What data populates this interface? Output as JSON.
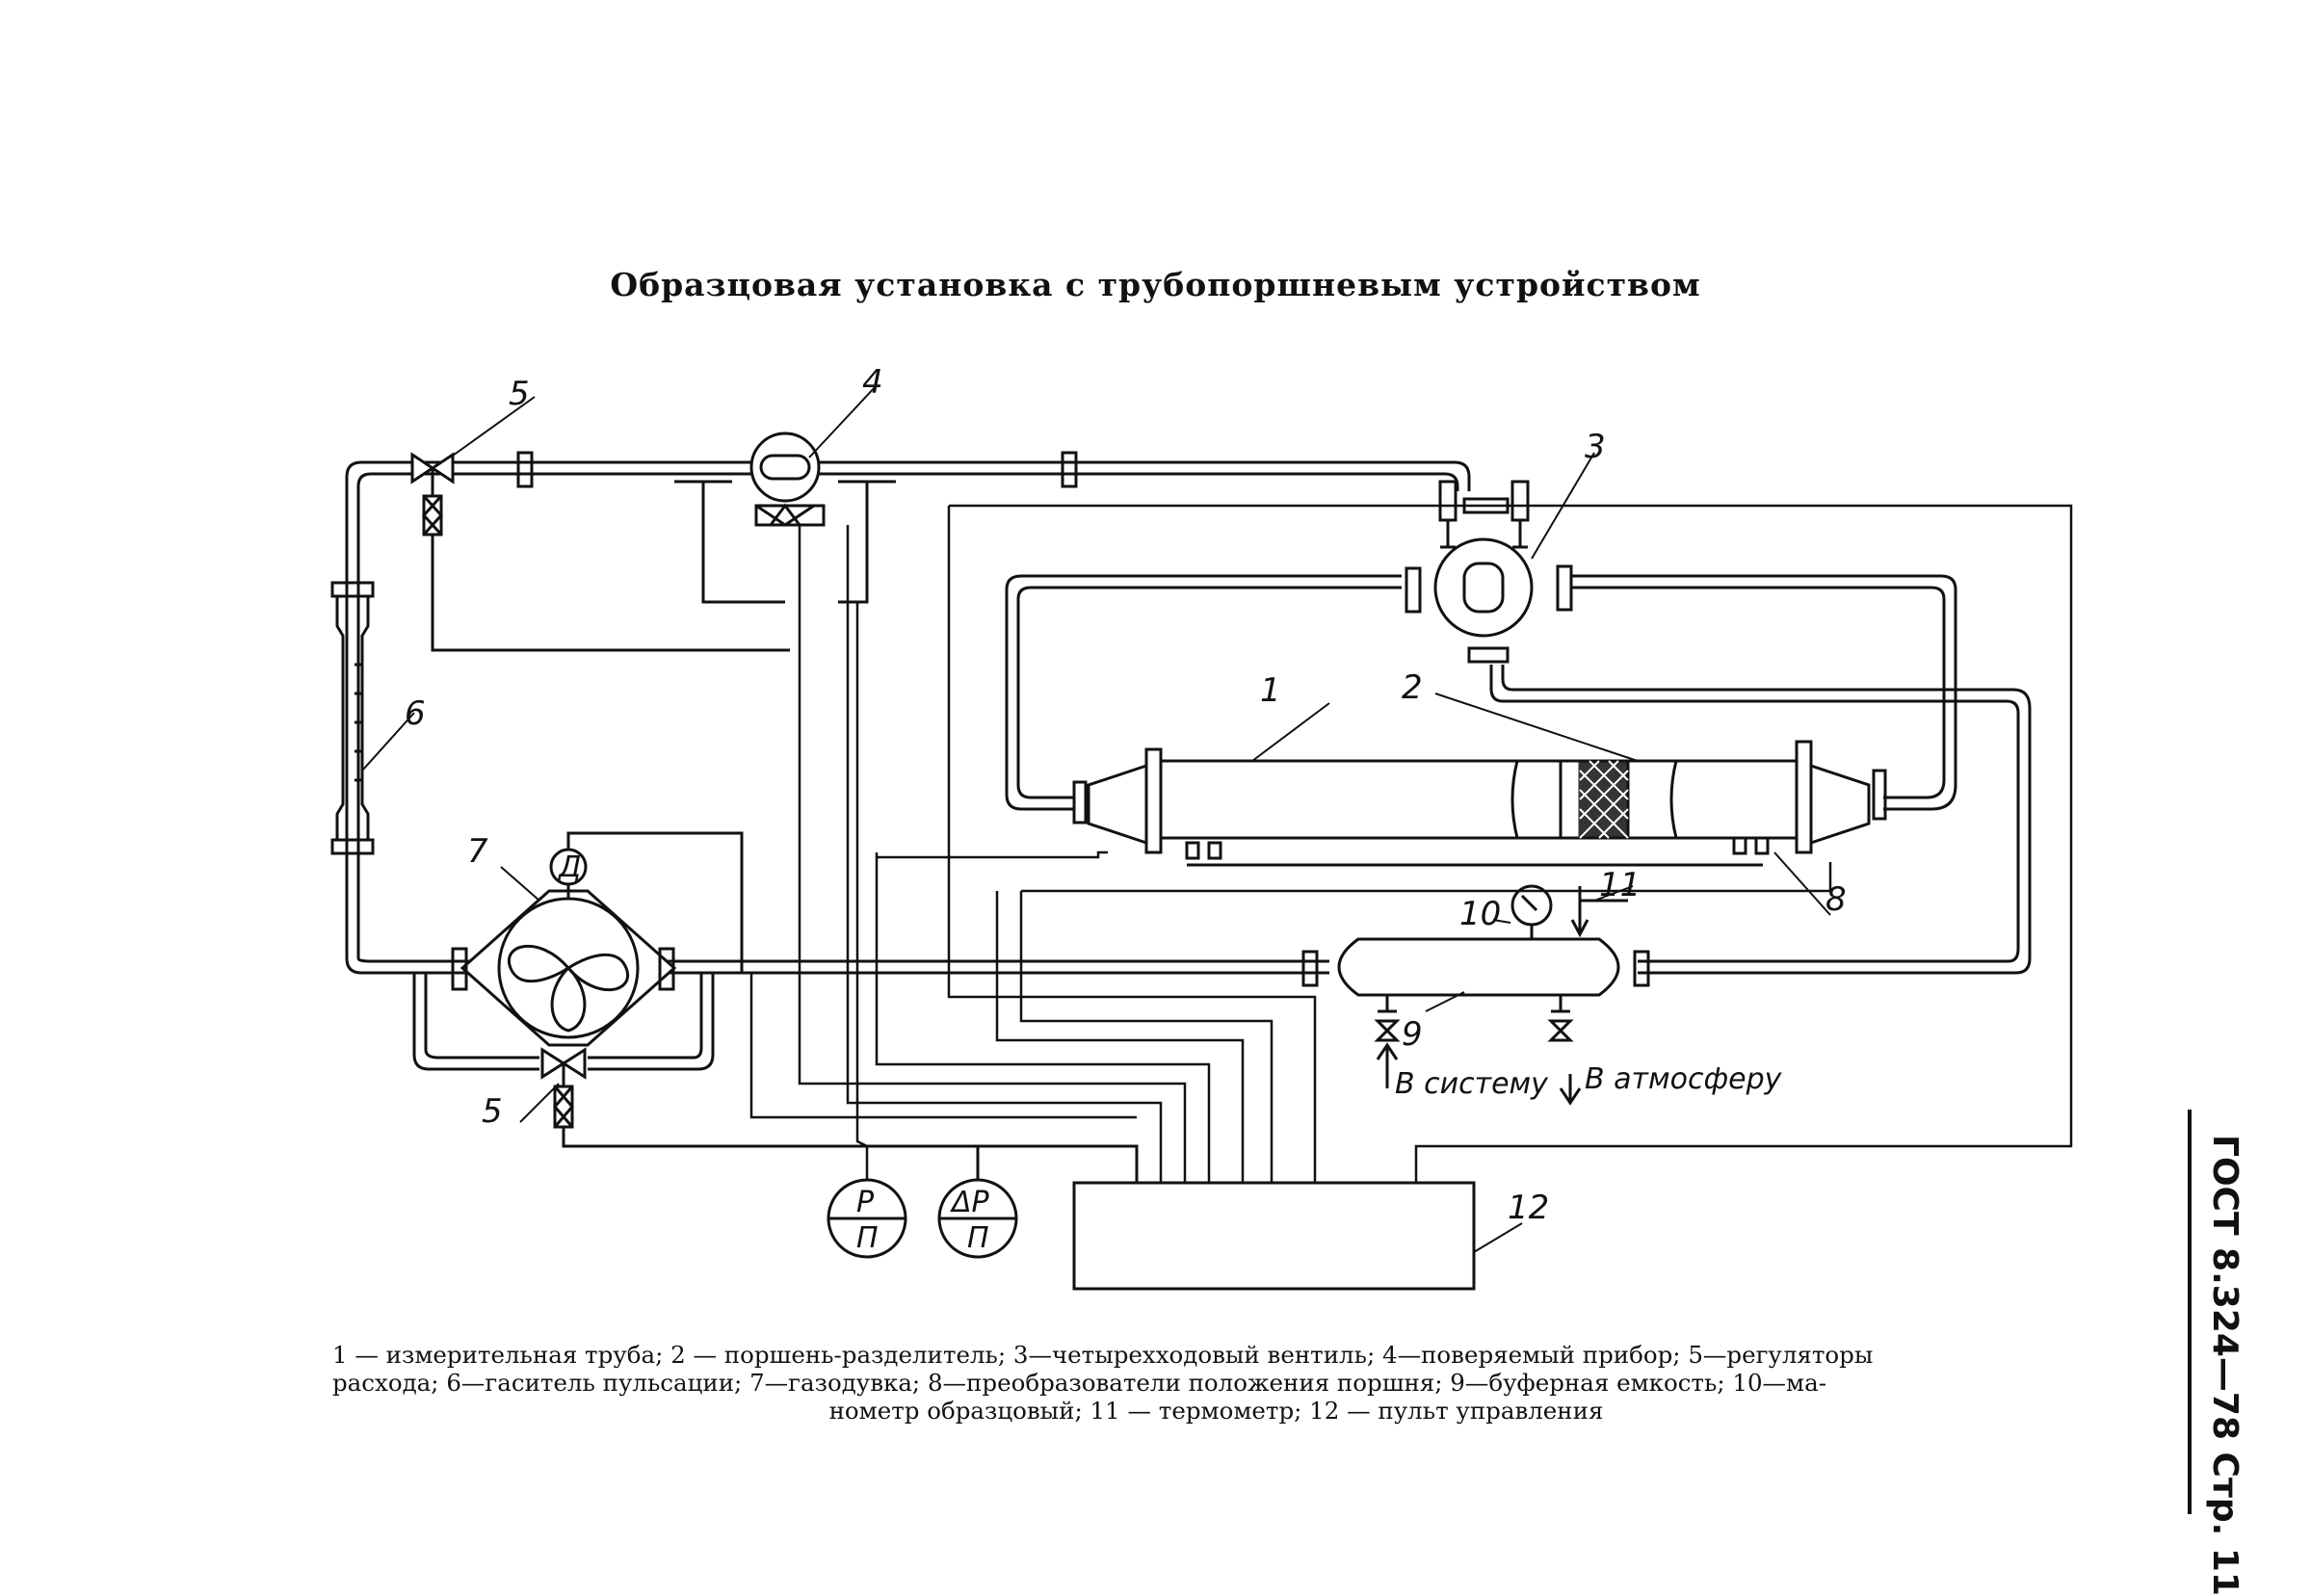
{
  "title": "Образцовая установка с трубопоршневым устройством",
  "labels": {
    "l1": "1",
    "l2": "2",
    "l3": "3",
    "l4": "4",
    "l5a": "5",
    "l5b": "5",
    "l6": "6",
    "l7": "7",
    "l8": "8",
    "l9": "9",
    "l10": "10",
    "l11": "11",
    "l12": "12",
    "motor": "Д",
    "gauge1_top": "Р",
    "gauge1_bottom": "П",
    "gauge2_top": "ΔР",
    "gauge2_bottom": "П",
    "to_system": "В систему",
    "to_atmosphere": "В атмосферу"
  },
  "caption": {
    "line1": "1 — измерительная труба; 2 — поршень-разделитель; 3—четырехходовый вентиль; 4—поверяемый прибор; 5—регуляторы",
    "line2": "расхода; 6—гаситель пульсации; 7—газодувка; 8—преобразователи положения поршня; 9—буферная емкость; 10—ма-",
    "line3": "нометр образцовый; 11 — термометр; 12 — пульт управления"
  },
  "side_header": "ГОСТ 8.324—78 Стр. 11"
}
